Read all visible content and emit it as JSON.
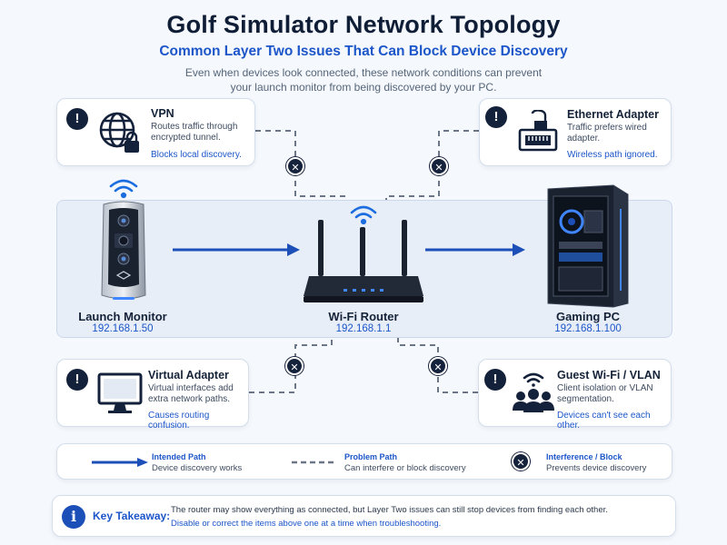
{
  "header": {
    "title": "Golf Simulator Network Topology",
    "subtitle": "Common Layer Two Issues That Can Block Device Discovery",
    "intro": "Even when devices look connected, these network conditions can prevent your launch monitor from being discovered by your PC."
  },
  "issues": {
    "vpn": {
      "title": "VPN",
      "desc": "Routes traffic through encrypted tunnel.",
      "effect": "Blocks local discovery.",
      "icon": "globe-lock-icon"
    },
    "ethernet": {
      "title": "Ethernet Adapter",
      "desc": "Traffic prefers wired adapter.",
      "effect": "Wireless path ignored.",
      "icon": "ethernet-port-icon"
    },
    "virtual": {
      "title": "Virtual Adapter",
      "desc": "Virtual interfaces add extra network paths.",
      "effect": "Causes routing confusion.",
      "icon": "monitor-icon"
    },
    "guest": {
      "title": "Guest Wi-Fi / VLAN",
      "desc": "Client isolation or VLAN segmentation.",
      "effect": "Devices can't see each other.",
      "icon": "users-wifi-icon"
    }
  },
  "devices": {
    "launch_monitor": {
      "name": "Launch Monitor",
      "ip": "192.168.1.50"
    },
    "router": {
      "name": "Wi-Fi Router",
      "ip": "192.168.1.1"
    },
    "pc": {
      "name": "Gaming PC",
      "ip": "192.168.1.100"
    }
  },
  "legend": {
    "intended": {
      "title": "Intended Path",
      "desc": "Device discovery works"
    },
    "problem": {
      "title": "Problem Path",
      "desc": "Can interfere or block discovery"
    },
    "block": {
      "title": "Interference / Block",
      "desc": "Prevents device discovery"
    }
  },
  "takeaway": {
    "label": "Key Takeaway:",
    "line1": "The router may show everything as connected, but Layer Two issues can still stop devices from finding each other.",
    "line2": "Disable or correct the items above one at a time when troubleshooting."
  },
  "colors": {
    "accent": "#1c56c9",
    "dark": "#14213a",
    "panel": "#e8eef8",
    "dashed": "#6b7688"
  }
}
